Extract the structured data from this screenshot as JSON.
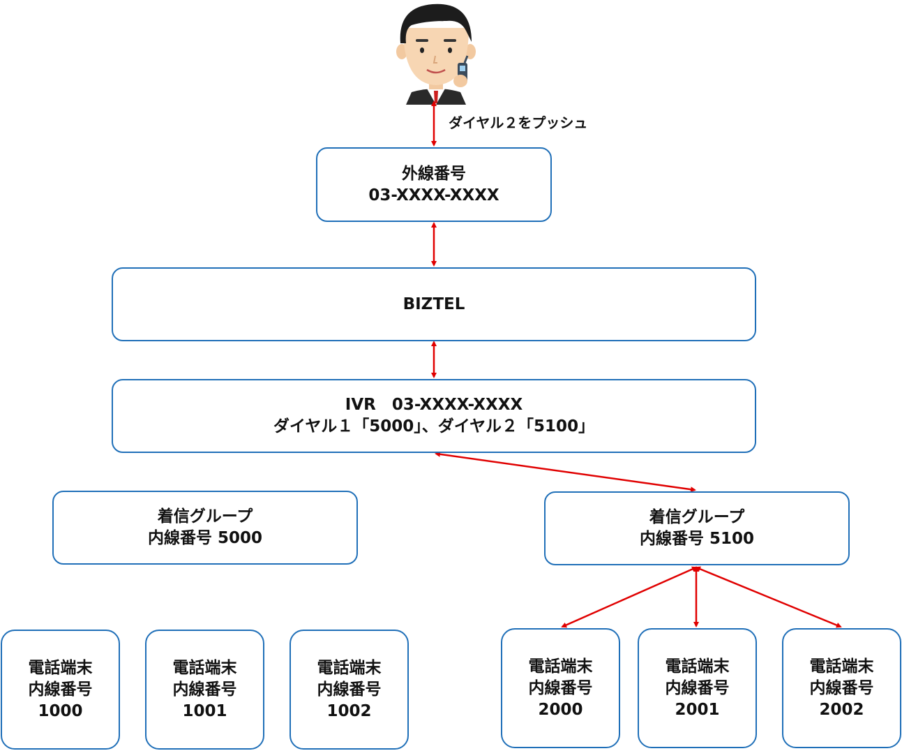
{
  "caller": {
    "action_label": "ダイヤル２をプッシュ"
  },
  "external": {
    "title": "外線番号",
    "number": "03-XXXX-XXXX"
  },
  "biztel": {
    "label": "BIZTEL"
  },
  "ivr": {
    "line1": "IVR　03-XXXX-XXXX",
    "line2": "ダイヤル１「5000」、ダイヤル２「5100」"
  },
  "groups": [
    {
      "title": "着信グループ",
      "ext": "内線番号 5000"
    },
    {
      "title": "着信グループ",
      "ext": "内線番号 5100"
    }
  ],
  "terminals": [
    {
      "line1": "電話端末",
      "line2": "内線番号",
      "num": "1000"
    },
    {
      "line1": "電話端末",
      "line2": "内線番号",
      "num": "1001"
    },
    {
      "line1": "電話端末",
      "line2": "内線番号",
      "num": "1002"
    },
    {
      "line1": "電話端末",
      "line2": "内線番号",
      "num": "2000"
    },
    {
      "line1": "電話端末",
      "line2": "内線番号",
      "num": "2001"
    },
    {
      "line1": "電話端末",
      "line2": "内線番号",
      "num": "2002"
    }
  ],
  "colors": {
    "border": "#1f6fb8",
    "arrow": "#e00000"
  }
}
